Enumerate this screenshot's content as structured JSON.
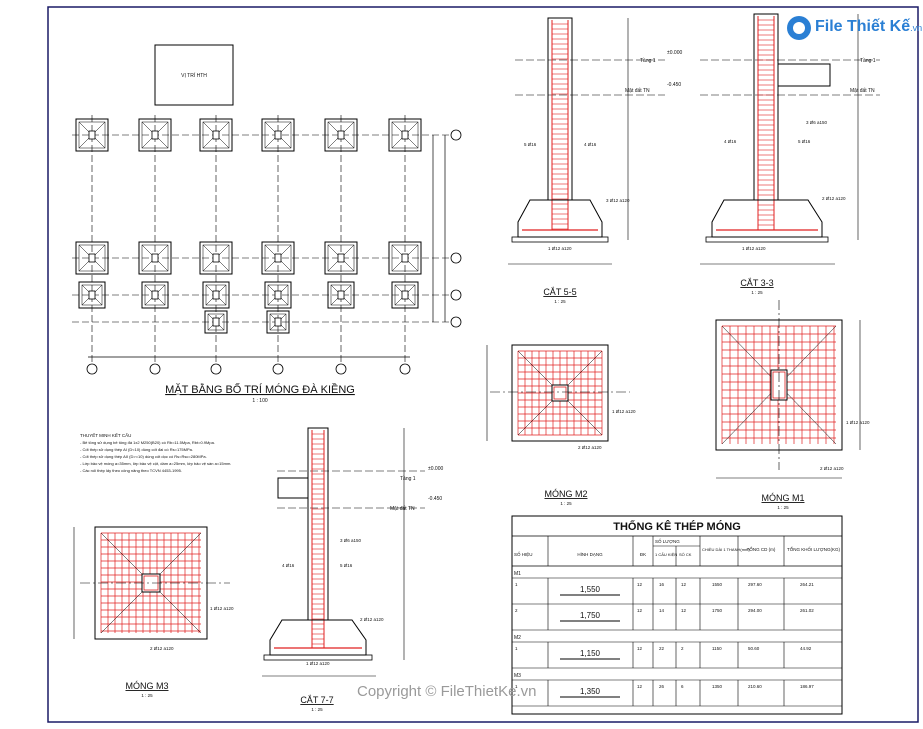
{
  "brand": {
    "name": "File Thiết Kế",
    "domain": ".vn"
  },
  "copyright": "Copyright © FileThietKe.vn",
  "plan": {
    "title": "MẶT BẰNG BỐ TRÍ MÓNG ĐÀ KIỀNG",
    "scale": "1 : 100",
    "site_label": "VỊ TRÍ HTH"
  },
  "notes": {
    "heading": "THUYẾT MINH KẾT CẤU",
    "lines": [
      "- Bê tông sử dụng bê tông đá 1x2 M250(B20) có Rb=11.5Mpa, Rbt=0.9Mpa.",
      "- Cốt thép sử dụng thép AI (D<10) dùng cốt đai có Rs=175MPa.",
      "- Cốt thép sử dụng thép AII (D>=10) dùng cốt dọc có Rs=Rsc=280MPa.",
      "- Lớp bảo vệ móng a=35mm, lớp bảo vệ cột, dầm a=25mm, lớp bảo vệ sàn a=15mm.",
      "- Các nối thép lấy theo công năng theo TCVN 4453-1995."
    ]
  },
  "sections": {
    "s55": {
      "title": "CẮT 5-5",
      "scale": "1 : 25",
      "bars": [
        "1 Ø12 a120",
        "3 Ø12 a120",
        "5 Ø16",
        "4 Ø16"
      ]
    },
    "s33": {
      "title": "CẮT 3-3",
      "scale": "1 : 25",
      "bars": [
        "1 Ø12 a120",
        "2 Ø12 a120",
        "3 Ø6 a150",
        "4 Ø16",
        "5 Ø16"
      ]
    },
    "s77": {
      "title": "CẮT 7-7",
      "scale": "1 : 25",
      "bars": [
        "1 Ø12 a120",
        "2 Ø12 a120",
        "3 Ø6 a150",
        "4 Ø16",
        "5 Ø16"
      ]
    },
    "levels": [
      "±0.000",
      "-0.450"
    ],
    "level_tags": [
      "Tầng 1",
      "Mặt đất TN"
    ]
  },
  "footings": {
    "m2": {
      "title": "MÓNG M2",
      "scale": "1 : 25",
      "bars": [
        "1 Ø12 a120",
        "2 Ø12 a120"
      ]
    },
    "m1": {
      "title": "MÓNG M1",
      "scale": "1 : 25",
      "bars": [
        "1 Ø12 a120",
        "2 Ø12 a120"
      ]
    },
    "m3": {
      "title": "MÓNG M3",
      "scale": "1 : 25",
      "bars": [
        "1 Ø12 a120",
        "2 Ø12 a120"
      ]
    }
  },
  "table": {
    "title": "THỐNG KÊ THÉP MÓNG",
    "headers": {
      "so_hieu": "SỐ HIỆU",
      "hinh_dang": "HÌNH DẠNG",
      "dk": "ĐK",
      "so_luong": "SỐ LƯỢNG",
      "cau_kien": "1 CẤU KIỆN",
      "so_ck": "SỐ CK",
      "chieu_dai": "CHIỀU DÀI 1 THANH(mm)",
      "tong_cd": "TỔNG CD (m)",
      "tong_kl": "TỔNG KHỐI LƯỢNG(KG)"
    },
    "groups": [
      {
        "name": "M1",
        "rows": [
          {
            "id": "1",
            "shape": "1,550",
            "dk": "12",
            "ck": "16",
            "sock": "12",
            "len": "1550",
            "tcd": "297.60",
            "tkl": "264.21"
          },
          {
            "id": "2",
            "shape": "1,750",
            "dk": "12",
            "ck": "14",
            "sock": "12",
            "len": "1750",
            "tcd": "294.00",
            "tkl": "261.02"
          }
        ]
      },
      {
        "name": "M2",
        "rows": [
          {
            "id": "1",
            "shape": "1,150",
            "dk": "12",
            "ck": "22",
            "sock": "2",
            "len": "1150",
            "tcd": "50.60",
            "tkl": "44.92"
          }
        ]
      },
      {
        "name": "M3",
        "rows": [
          {
            "id": "1",
            "shape": "1,350",
            "dk": "12",
            "ck": "26",
            "sock": "6",
            "len": "1350",
            "tcd": "210.60",
            "tkl": "186.97"
          }
        ]
      }
    ]
  },
  "colors": {
    "rebar": "#e02020",
    "grid": "#000000",
    "brand": "#2a7fd4",
    "border": "#1a1a66"
  }
}
